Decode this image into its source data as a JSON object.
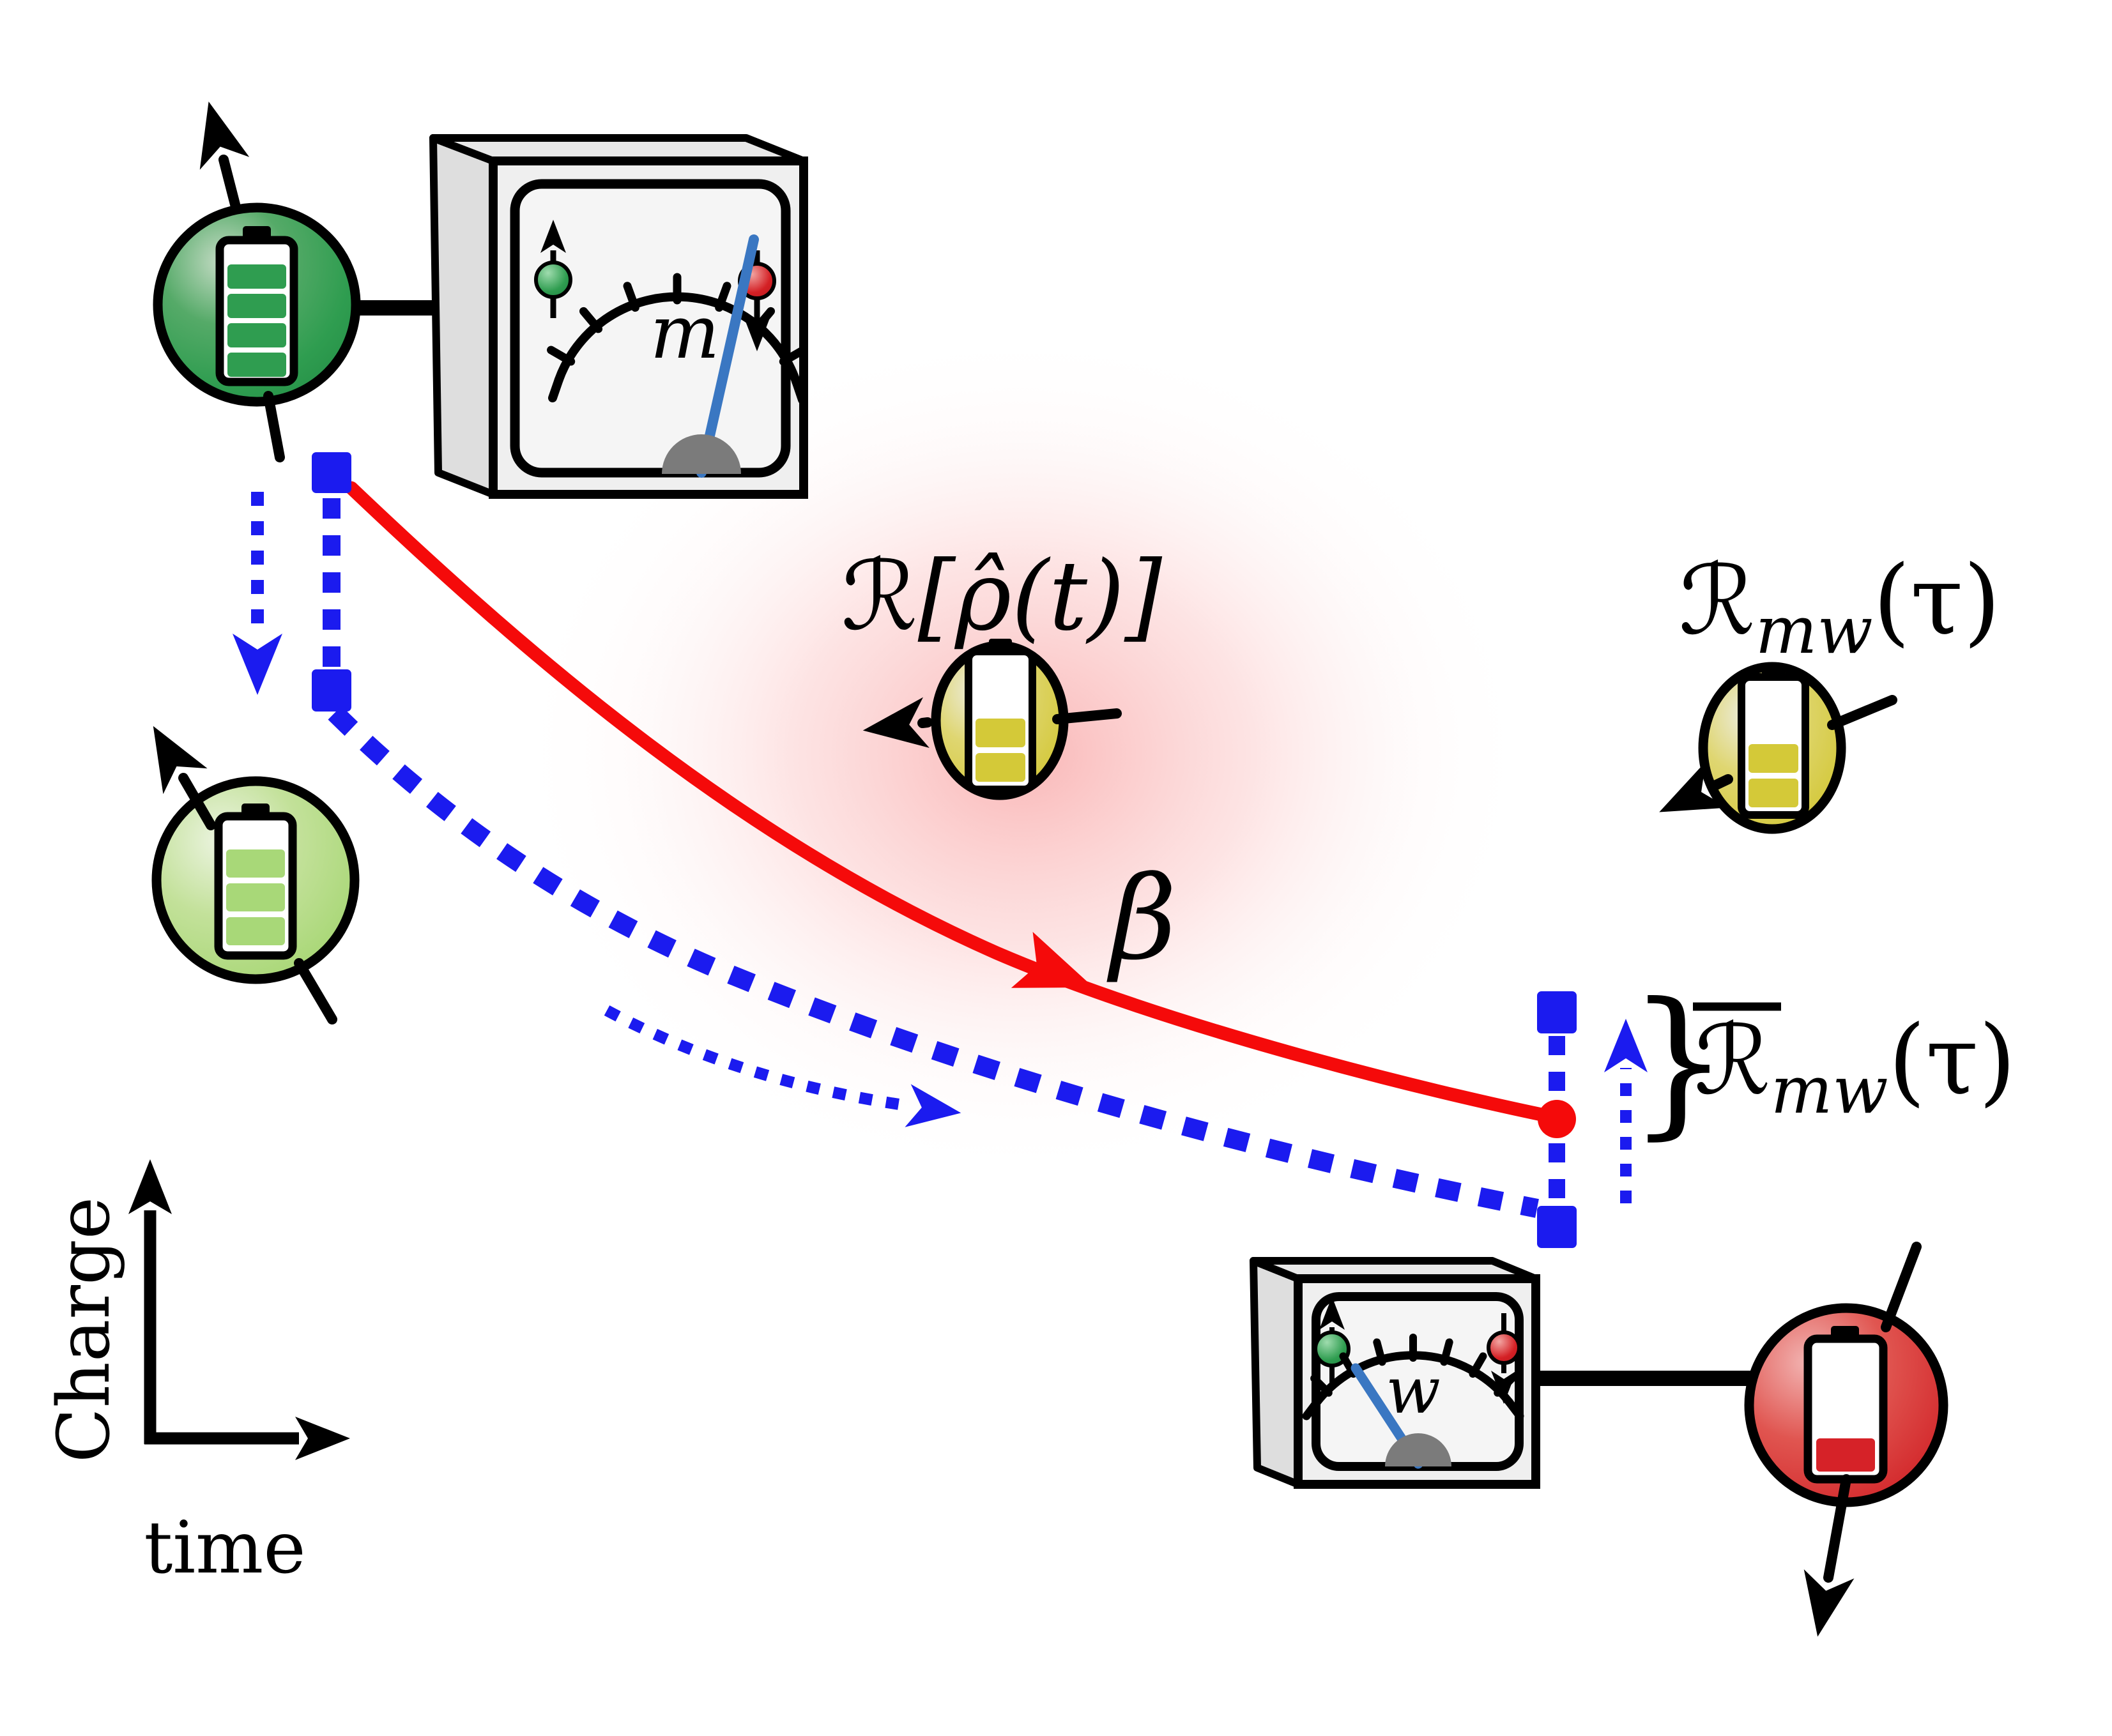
{
  "colors": {
    "blue": "#1b1bef",
    "curve_red": "#f50a0a",
    "needle_blue": "#3a77c2",
    "green_dark": "#2f9d50",
    "green_light": "#a8d878",
    "yellow": "#d4c938",
    "red_sphere": "#d62228",
    "glow_pink": "#f9a8a8"
  },
  "axes": {
    "x_label": "time",
    "y_label": "Charge"
  },
  "meters": {
    "m": {
      "label": "m",
      "left_spin": "up-green",
      "right_spin": "down-red"
    },
    "w": {
      "label": "w",
      "left_spin": "up-green",
      "right_spin": "down-red"
    }
  },
  "labels": {
    "process": {
      "script": "ℛ",
      "rest": "[ρ̂(t)]"
    },
    "beta": "β",
    "mw": {
      "script": "ℛ",
      "sub": "mw",
      "args": "(τ)"
    },
    "mw_avg": {
      "script": "ℛ",
      "sub": "mw",
      "args": "(τ)"
    },
    "brace": "}"
  },
  "qubits": {
    "charged": {
      "battery_segments": 4,
      "spin": "up"
    },
    "post_measurement": {
      "battery_segments": 3,
      "spin": "up-left"
    },
    "average": {
      "battery_segments": 2,
      "spin": "left"
    },
    "mw_reference": {
      "battery_segments": 2,
      "spin": "down-left"
    },
    "discharged": {
      "battery_segments": 1,
      "spin": "down"
    }
  }
}
